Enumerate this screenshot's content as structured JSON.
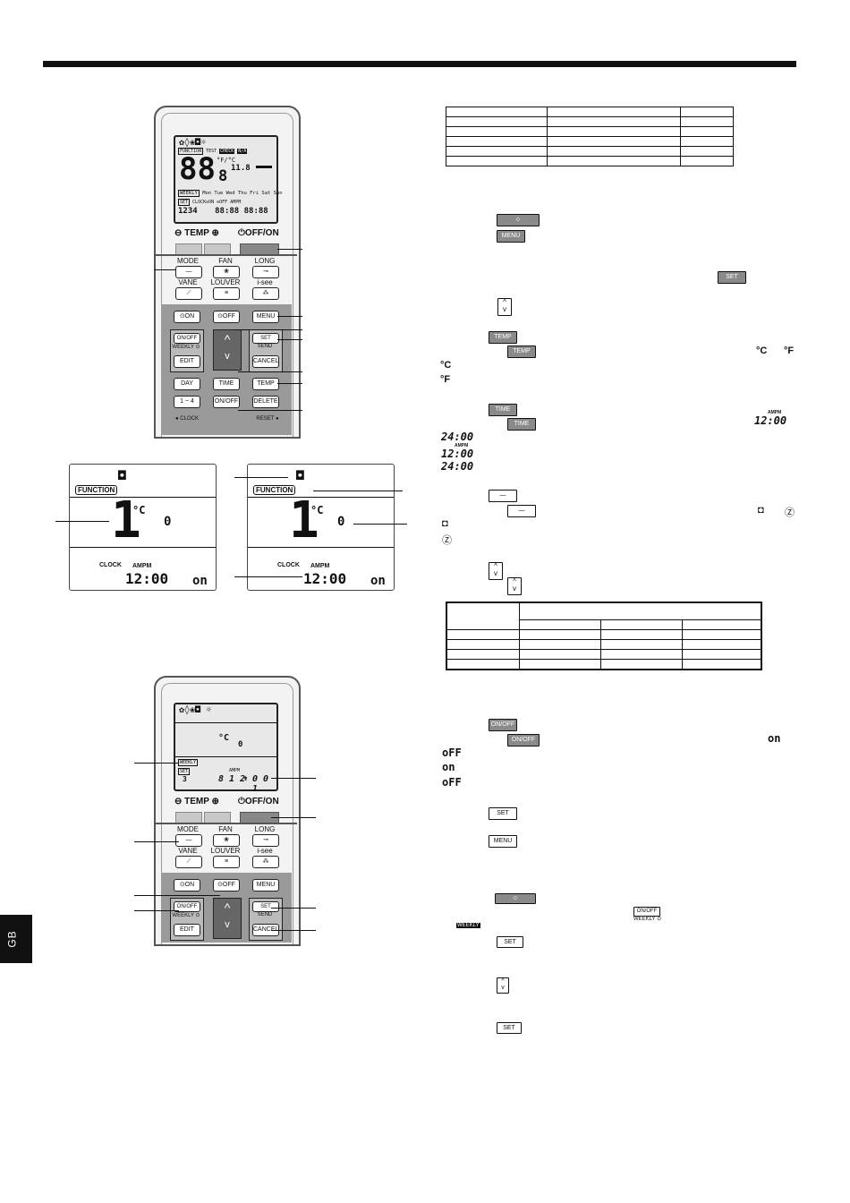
{
  "header": {
    "side_tab": "GB"
  },
  "remote": {
    "lcd_top_icons": "✿◊❀◘☼",
    "lcd_big_digits": "88",
    "lcd_small_digits": "8",
    "lcd_unit": "°F/°C",
    "lcd_right_num": "11.8",
    "lcd_badge_function": "FUNCTION",
    "lcd_badge_test": "TEST",
    "lcd_badge_check": "CHECK",
    "lcd_badge_na": "N/A",
    "lcd_badge_weekly": "WEEKLY",
    "lcd_days": "Mon Tue Wed Thu Fri Sat Sun",
    "lcd_badge_set": "SET",
    "lcd_clock_on": "CLOCK⊙ON",
    "lcd_off_ampm": "⊙OFF AMPM",
    "lcd_digits_row": "1234",
    "lcd_time_a": "88:88",
    "lcd_time_b": "88:88",
    "temp_label": "⊖ TEMP ⊕",
    "offon_label": "⏻OFF/ON",
    "labels": {
      "mode": "MODE",
      "fan": "FAN",
      "long": "LONG",
      "vane": "VANE",
      "louver": "LOUVER",
      "isee": "i-see"
    },
    "buttons": {
      "on": "⊙ON",
      "off": "⊙OFF",
      "menu": "MENU",
      "onoff_weekly": "ON/OFF",
      "weekly": "WEEKLY ⊙",
      "edit": "EDIT",
      "set": "SET",
      "send": "SEND",
      "cancel": "CANCEL",
      "day": "DAY",
      "time": "TIME",
      "temp": "TEMP",
      "one_four": "1 ~ 4",
      "onoff": "ON/OFF",
      "delete": "DELETE",
      "clock": "● CLOCK",
      "reset": "RESET ●"
    }
  },
  "display_a": {
    "badge": "FUNCTION",
    "big": "1",
    "unit": "°C",
    "value": "0",
    "clock": "CLOCK",
    "ampm": "AMPM",
    "time": "12:00",
    "on": "on"
  },
  "display_b": {
    "badge": "FUNCTION",
    "big": "1",
    "unit": "°C",
    "value": "0",
    "clock": "CLOCK",
    "ampm": "AMPM",
    "time": "12:00",
    "on": "on"
  },
  "remote2": {
    "lcd_icons": "✿◊❀◘ ☼",
    "lcd_unit": "°C",
    "lcd_value": "0",
    "lcd_weekly": "WEEKLY",
    "lcd_set": "SET",
    "lcd_three": "3",
    "lcd_ampm": "AMPM",
    "lcd_time": "8 1 2",
    "lcd_arrow": "⇟",
    "lcd_oo": "0 0 1"
  },
  "instructions": {
    "btn_small": "⬦",
    "menu": "MENU",
    "set": "SET",
    "temp": "TEMP",
    "time": "TIME",
    "mode_dash": "—",
    "onoff": "ON/OFF",
    "weekly_small": "WEEKLY ⊙",
    "weekly_badge": "WEEKLY",
    "deg_c": "°C",
    "deg_f": "°F",
    "ampm": "AMPM",
    "t1200": "12:00",
    "t2400": "24:00",
    "on": "on",
    "off": "oFF"
  }
}
